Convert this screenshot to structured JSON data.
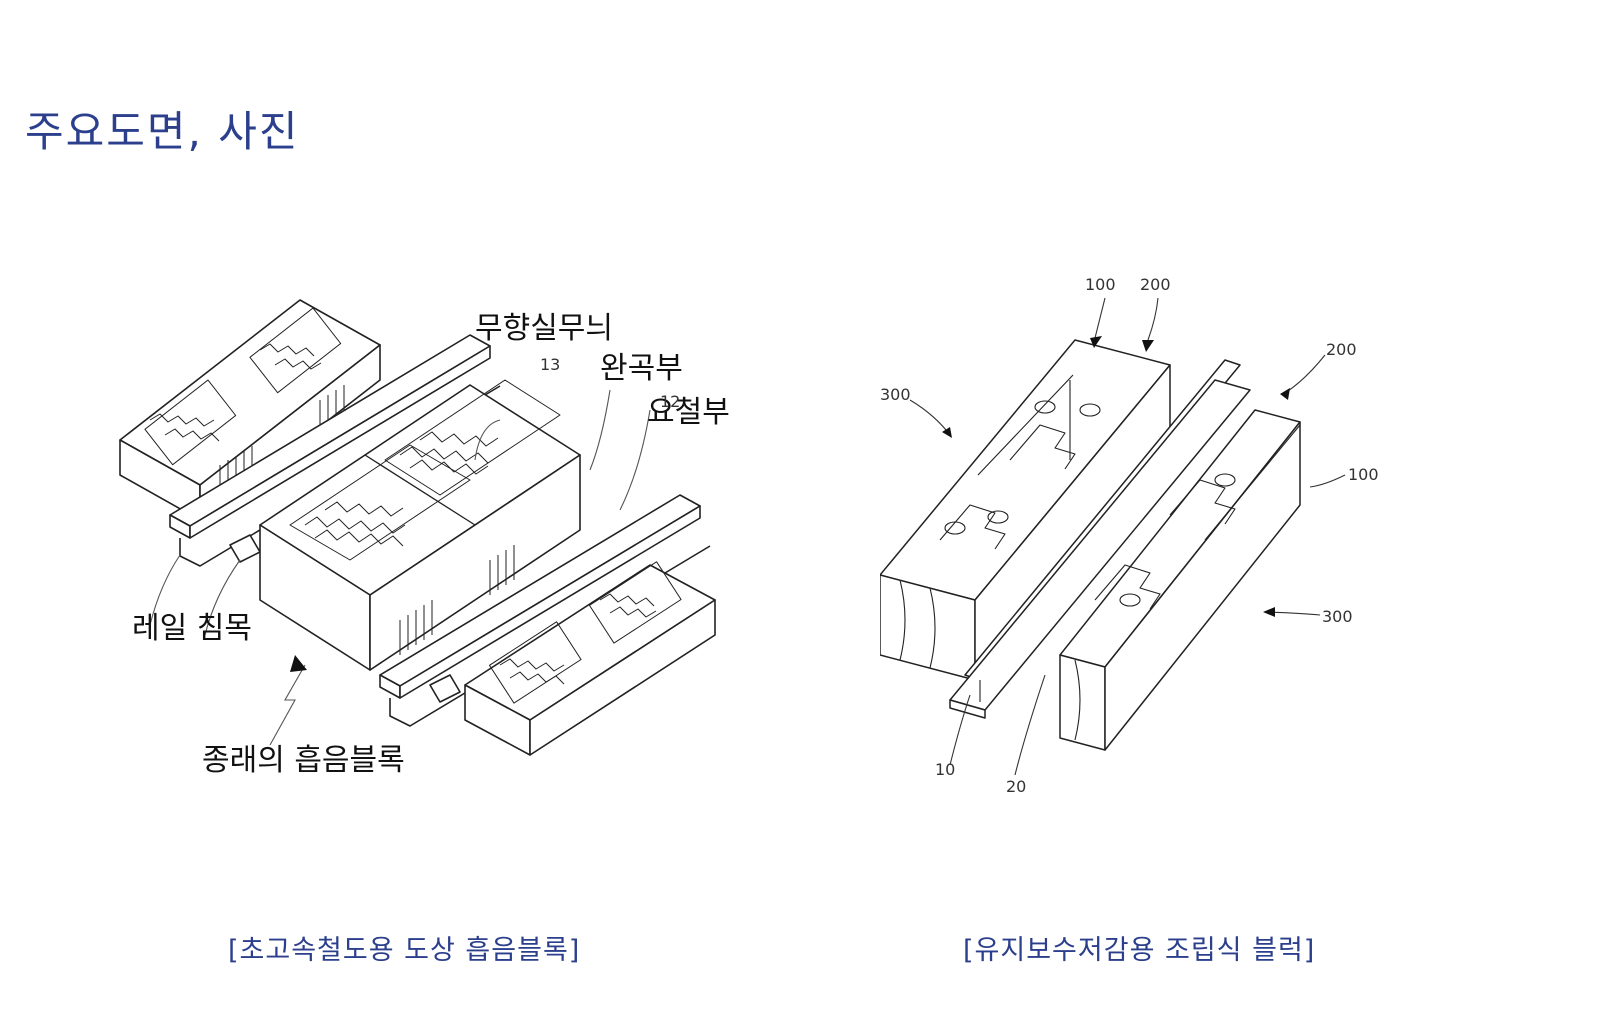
{
  "title": "주요도면, 사진",
  "left_figure": {
    "caption": "[초고속철도용 도상 흡음블록]",
    "labels": {
      "no_direction_pattern": "무향실무늬",
      "curved_part": "완곡부",
      "uneven_part": "요철부",
      "rail_sleeper": "레일 침목",
      "conventional_block": "종래의 흡음블록",
      "n13": "13",
      "n12": "12"
    }
  },
  "right_figure": {
    "caption": "[유지보수저감용 조립식 블럭]",
    "labels": {
      "n100_top": "100",
      "n200_top": "200",
      "n200_right": "200",
      "n300_left": "300",
      "n100_right": "100",
      "n300_right": "300",
      "n10": "10",
      "n20": "20"
    }
  }
}
